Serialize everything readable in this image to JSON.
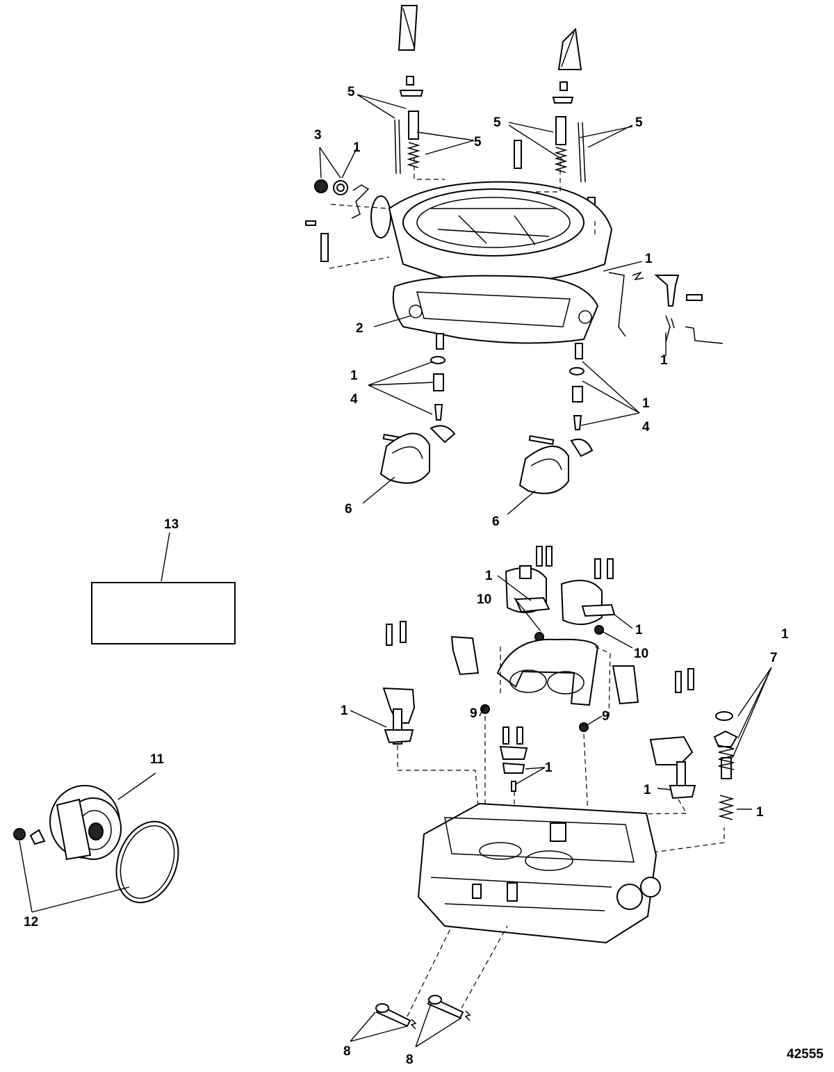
{
  "callouts": {
    "c_5a": "5",
    "c_5b": "5",
    "c_5c": "5",
    "c_5d": "5",
    "c_3": "3",
    "c_1a": "1",
    "c_1b": "1",
    "c_1c": "1",
    "c_2": "2",
    "c_1d": "1",
    "c_4a": "4",
    "c_1e": "1",
    "c_4b": "4",
    "c_6a": "6",
    "c_6b": "6",
    "c_13": "13",
    "c_1f": "1",
    "c_10a": "10",
    "c_1g": "1",
    "c_10b": "10",
    "c_1h": "1",
    "c_7": "7",
    "c_1i": "1",
    "c_9a": "9",
    "c_9b": "9",
    "c_1j": "1",
    "c_1k": "1",
    "c_1l": "1",
    "c_11": "11",
    "c_12": "12",
    "c_8a": "8",
    "c_8b": "8"
  },
  "figure_number": "42555"
}
